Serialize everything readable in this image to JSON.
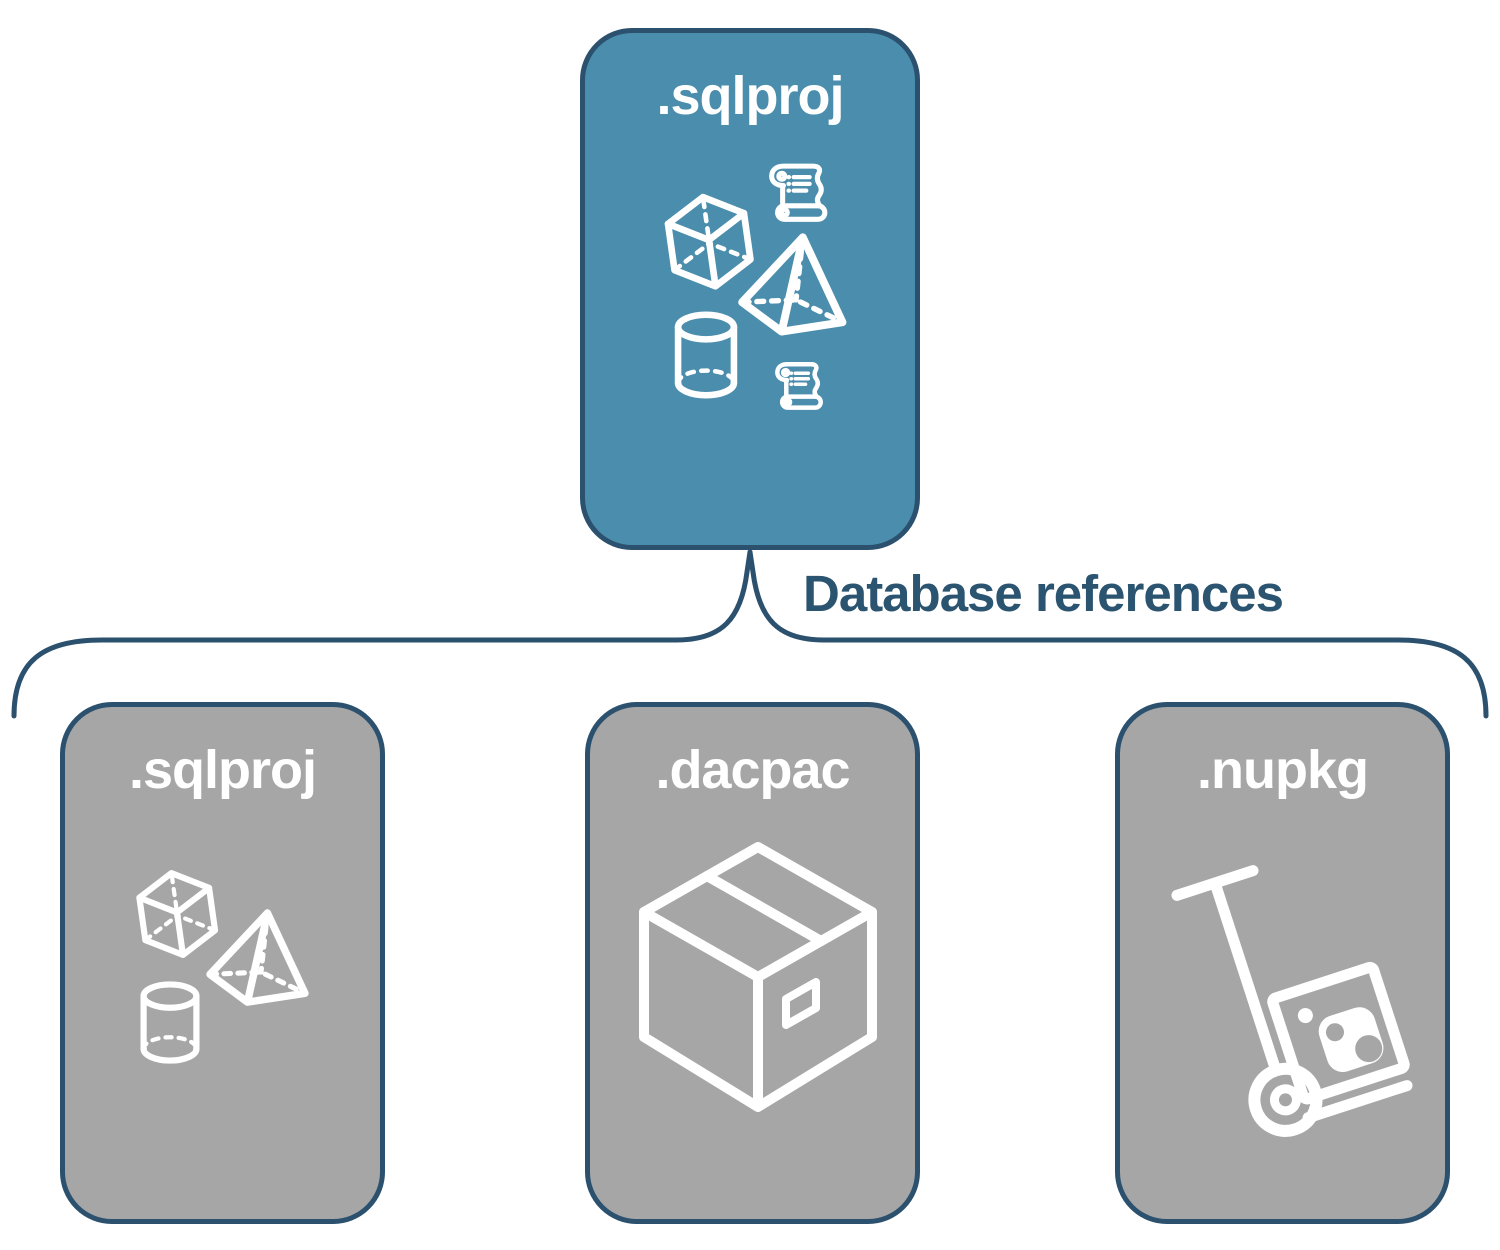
{
  "diagram": {
    "root": {
      "label": ".sqlproj",
      "icons": [
        "cube-icon",
        "scroll-icon",
        "pyramid-icon",
        "cylinder-icon",
        "scroll-icon"
      ]
    },
    "connector_label": "Database references",
    "children": [
      {
        "label": ".sqlproj",
        "icons": [
          "cube-icon",
          "pyramid-icon",
          "cylinder-icon"
        ]
      },
      {
        "label": ".dacpac",
        "icons": [
          "package-box-icon"
        ]
      },
      {
        "label": ".nupkg",
        "icons": [
          "hand-truck-icon",
          "nuget-package-icon"
        ]
      }
    ],
    "colors": {
      "background": "#ffffff",
      "root_fill": "#4a8dac",
      "child_fill": "#a6a6a6",
      "outline": "#2b516e",
      "icon_stroke": "#ffffff",
      "label_text": "#2b5470"
    }
  }
}
